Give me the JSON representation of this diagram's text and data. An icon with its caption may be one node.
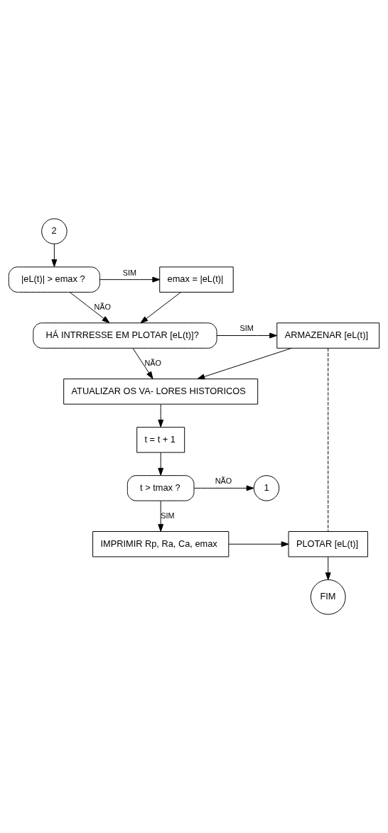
{
  "diagram": {
    "nodes": [
      {
        "text": [
          "2"
        ]
      },
      {
        "text": [
          "|eL(t)| > emax ?"
        ]
      },
      {
        "text": [
          "emax = |eL(t)|"
        ]
      },
      {
        "text": [
          "HÁ INTRRESSE EM PLOTAR [eL(t)]?"
        ]
      },
      {
        "text": [
          "ARMAZENAR [eL(t)]"
        ]
      },
      {
        "text": [
          "ATUALIZAR OS VA- LORES HISTORICOS"
        ]
      },
      {
        "text": [
          "t = t + 1"
        ]
      },
      {
        "text": [
          "t > tmax ?"
        ]
      },
      {
        "text": [
          "1"
        ]
      },
      {
        "text": [
          "IMPRIMIR Rp, Ra, Ca, emax"
        ]
      },
      {
        "text": [
          "PLOTAR [eL(t)]"
        ]
      },
      {
        "text": [
          "FIM"
        ]
      }
    ],
    "edges": [
      {
        "from": 0,
        "to": 1,
        "arrow": "to"
      },
      {
        "from": 1,
        "to": 2,
        "arrow": "to",
        "label": "SIM"
      },
      {
        "from": 1,
        "to": 3,
        "arrow": "to",
        "label": "NÃO"
      },
      {
        "from": 2,
        "to": 3,
        "arrow": "to"
      },
      {
        "from": 3,
        "to": 4,
        "arrow": "to",
        "label": "SIM"
      },
      {
        "from": 3,
        "to": 5,
        "arrow": "to",
        "label": "NÃO"
      },
      {
        "from": 4,
        "to": 5,
        "arrow": "to"
      },
      {
        "from": 4,
        "to": 10,
        "arrow": "none",
        "style": "dashed"
      },
      {
        "from": 5,
        "to": 6,
        "arrow": "to"
      },
      {
        "from": 6,
        "to": 7,
        "arrow": "to"
      },
      {
        "from": 7,
        "to": 8,
        "arrow": "to",
        "label": "NÃO"
      },
      {
        "from": 7,
        "to": 9,
        "arrow": "to",
        "label": "SIM"
      },
      {
        "from": 9,
        "to": 10,
        "arrow": "to"
      },
      {
        "from": 10,
        "to": 11,
        "arrow": "to"
      }
    ]
  }
}
